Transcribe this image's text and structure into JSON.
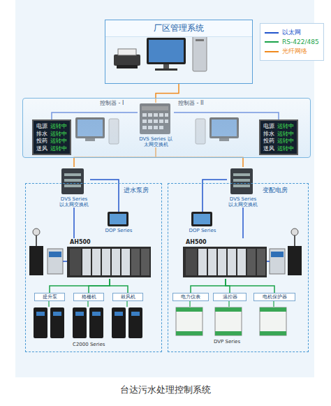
{
  "diagram": {
    "caption": "台达污水处理控制系统",
    "nodes": [
      {
        "text": [
          "厂区管理系统"
        ]
      },
      {
        "text": [
          "控制器 - I",
          "控制器 - II"
        ]
      },
      {
        "text": [
          "电源",
          "运转中",
          "排水",
          "运转中",
          "投药",
          "运转中",
          "送风",
          "运转中"
        ],
        "in": 1
      },
      {
        "text": [
          "DVS Series 以太网交换机"
        ],
        "in": 1
      },
      {
        "text": [
          "电源",
          "运转中",
          "排水",
          "运转中",
          "投药",
          "运转中",
          "送风",
          "运转中"
        ],
        "in": 1
      },
      {
        "text": [
          "进水泵房"
        ]
      },
      {
        "text": [
          "DVS Series 以太网交换机"
        ],
        "in": 5
      },
      {
        "text": [
          "DOP Series"
        ],
        "in": 5
      },
      {
        "text": [
          "AH500"
        ],
        "in": 5
      },
      {
        "text": [
          "提升泵"
        ],
        "in": 5
      },
      {
        "text": [
          "格栅机"
        ],
        "in": 5
      },
      {
        "text": [
          "鼓风机"
        ],
        "in": 5
      },
      {
        "text": [
          "变配电房"
        ]
      },
      {
        "text": [
          "DVS Series 以太网交换机"
        ],
        "in": 12
      },
      {
        "text": [
          "DOP Series"
        ],
        "in": 12
      },
      {
        "text": [
          "AH500"
        ],
        "in": 12
      },
      {
        "text": [
          "电力仪表"
        ],
        "in": 12
      },
      {
        "text": [
          "温控器"
        ],
        "in": 12
      },
      {
        "text": [
          "电机保护器"
        ],
        "in": 12
      }
    ],
    "edges": [
      {
        "from": 0,
        "to": 3,
        "arrow": "none"
      },
      {
        "from": 3,
        "to": 2,
        "arrow": "none"
      },
      {
        "from": 3,
        "to": 4,
        "arrow": "none"
      },
      {
        "from": 3,
        "to": 6,
        "arrow": "none"
      },
      {
        "from": 3,
        "to": 13,
        "arrow": "none"
      },
      {
        "from": 6,
        "to": 7,
        "arrow": "none"
      },
      {
        "from": 6,
        "to": 8,
        "arrow": "none"
      },
      {
        "from": 13,
        "to": 14,
        "arrow": "none"
      },
      {
        "from": 13,
        "to": 15,
        "arrow": "none"
      },
      {
        "from": 8,
        "to": 9,
        "arrow": "none"
      },
      {
        "from": 8,
        "to": 10,
        "arrow": "none"
      },
      {
        "from": 8,
        "to": 11,
        "arrow": "none"
      },
      {
        "from": 15,
        "to": 16,
        "arrow": "none"
      },
      {
        "from": 15,
        "to": 17,
        "arrow": "none"
      },
      {
        "from": 15,
        "to": 18,
        "arrow": "none"
      }
    ],
    "labels": [
      "C2000 Series",
      "DVP Series"
    ],
    "legend": [
      {
        "text": "以太网",
        "color": "#2255cc"
      },
      {
        "text": "RS-422/485",
        "color": "#1aa34a"
      },
      {
        "text": "光纤网络",
        "color": "#f08a1e"
      }
    ]
  }
}
